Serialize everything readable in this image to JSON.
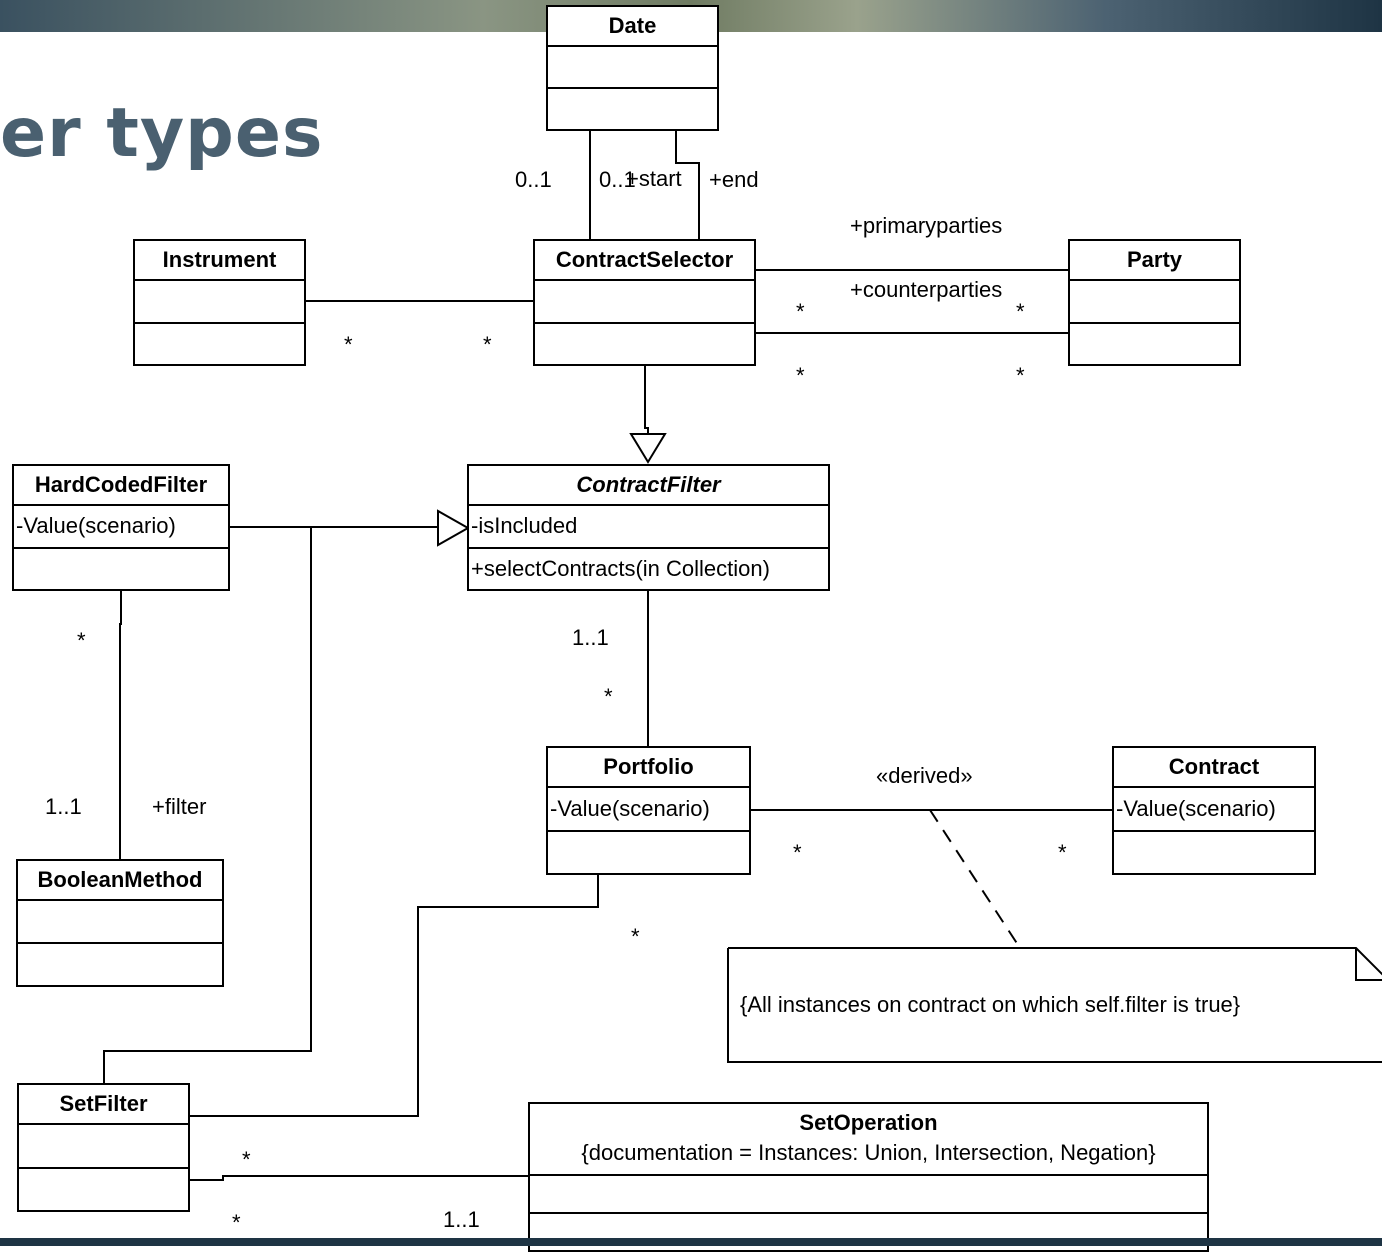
{
  "heading": "er types",
  "classes": {
    "date": {
      "name": "Date"
    },
    "instrument": {
      "name": "Instrument"
    },
    "contract_selector": {
      "name": "ContractSelector"
    },
    "party": {
      "name": "Party"
    },
    "hard_coded_filter": {
      "name": "HardCodedFilter",
      "attribute": "-Value(scenario)"
    },
    "contract_filter": {
      "name": "ContractFilter",
      "attribute": "-isIncluded",
      "operation": "+selectContracts(in Collection)"
    },
    "portfolio": {
      "name": "Portfolio",
      "attribute": "-Value(scenario)"
    },
    "contract": {
      "name": "Contract",
      "attribute": "-Value(scenario)"
    },
    "boolean_method": {
      "name": "BooleanMethod"
    },
    "set_filter": {
      "name": "SetFilter"
    },
    "set_operation": {
      "name": "SetOperation",
      "documentation": "{documentation = Instances: Union, Intersection, Negation}"
    }
  },
  "labels": {
    "date_mult_start": "0..1",
    "date_mult_end": "0..1",
    "role_start": "+start",
    "role_end": "+end",
    "role_primaryparties": "+primaryparties",
    "role_counterparties": "+counterparties",
    "party_mult_1a": "*",
    "party_mult_1b": "*",
    "party_mult_2a": "*",
    "party_mult_2b": "*",
    "instrument_mult_a": "*",
    "instrument_mult_b": "*",
    "filter_portfolio_mult_a": "1..1",
    "filter_portfolio_mult_b": "*",
    "hcf_mult": "*",
    "bm_mult": "1..1",
    "role_filter": "+filter",
    "derived_stereotype": "«derived»",
    "portfolio_contract_mult_a": "*",
    "portfolio_contract_mult_b": "*",
    "portfolio_setfilter_mult": "*",
    "setfilter_setop_mult_a": "*",
    "setfilter_setop_mult_b": "*",
    "setop_mult": "1..1"
  },
  "note": {
    "text": "{All instances on contract on which self.filter is true}"
  }
}
